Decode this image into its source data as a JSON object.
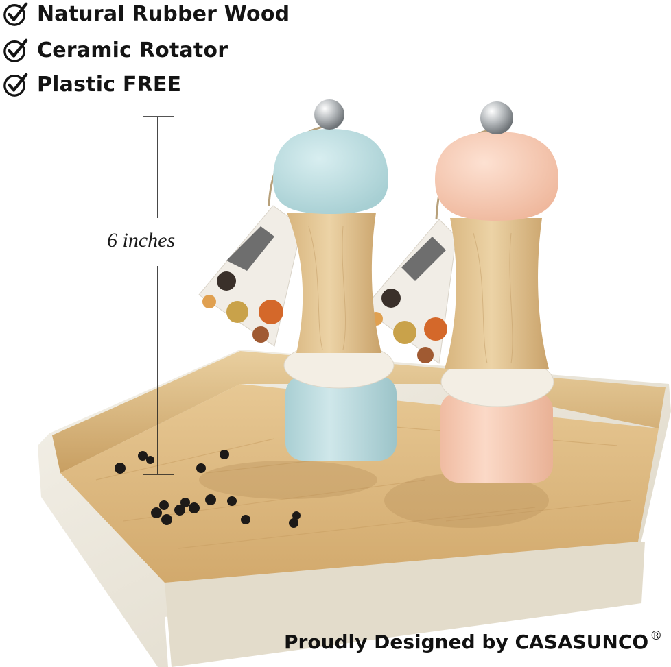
{
  "features": [
    {
      "icon": "check-circle-icon",
      "text": "Natural Rubber Wood"
    },
    {
      "icon": "check-circle-icon",
      "text": "Ceramic Rotator"
    },
    {
      "icon": "check-circle-icon",
      "text": "Plastic FREE"
    }
  ],
  "measurement": {
    "text": "6 inches"
  },
  "credit": {
    "text": "Proudly Designed by CASASUNCO",
    "mark": "®"
  },
  "colors": {
    "bamboo": "#dcb77f",
    "tray_white": "#ece7da",
    "blue_ceramic": "#b9dde0",
    "pink_ceramic": "#f6c8b0",
    "wood": "#dfc08e",
    "cream_ring": "#f2ede2",
    "steel": "#c9ccce",
    "peppercorn": "#1d1a18"
  }
}
